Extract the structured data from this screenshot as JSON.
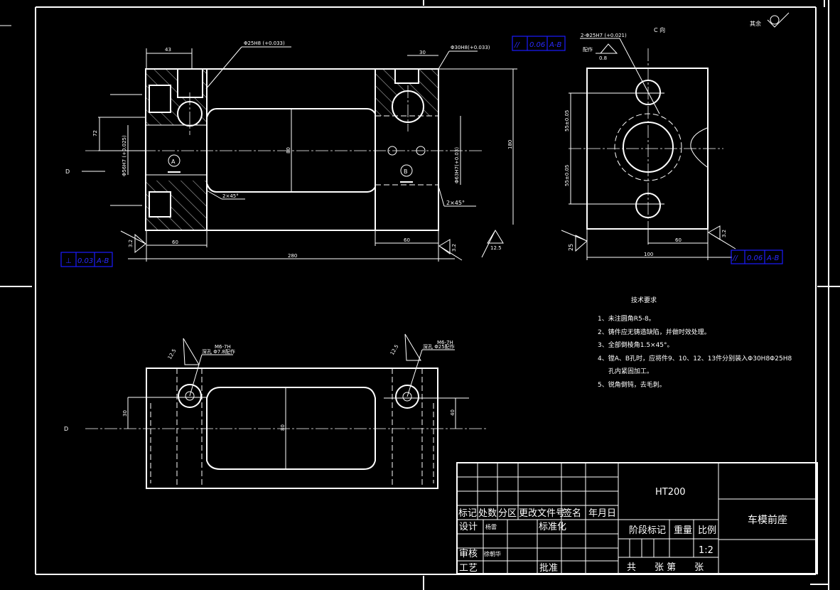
{
  "drawing": {
    "title": "车模前座",
    "material": "HT200",
    "scale": "1:2",
    "roughness_note": "其余",
    "view_label": "C 向",
    "colors": {
      "background": "#000000",
      "lines": "#ffffff",
      "tolerance_frames": "#1a1aff"
    }
  },
  "front_view": {
    "dims": {
      "d43": "43",
      "d30": "30",
      "d60_left": "60",
      "d60_right": "60",
      "d280": "280",
      "d80_mid": "80",
      "d180": "180",
      "d72": "72",
      "hole_left": "Φ25H8 (+0.033)",
      "hole_right": "Φ30H8(+0.033)",
      "bore_a": "Φ56H7 (+0.025)",
      "bore_b": "Φ63H7(+0.03)",
      "chamfer_left": "2×45°",
      "chamfer_right": "2×45°",
      "rough_32_left": "3.2",
      "rough_32_right": "3.2",
      "rough_125": "12.5"
    },
    "datum_a": "A",
    "datum_b": "B",
    "section_mark": "D",
    "tol_perp": {
      "symbol": "⊥",
      "value": "0.03",
      "datum": "A-B"
    },
    "tol_par": {
      "symbol": "//",
      "value": "0.06",
      "datum": "A-B"
    }
  },
  "side_view": {
    "dims": {
      "holes": "2-Φ25H7 (+0.021)",
      "hole_rough": "0.8",
      "hole_note": "配作",
      "d55_top": "55±0.05",
      "d55_bot": "55±0.05",
      "d60": "60",
      "d100": "100",
      "rough_25": "25",
      "rough_32": "3.2"
    },
    "tol_par": {
      "symbol": "//",
      "value": "0.06",
      "datum": "A-B"
    }
  },
  "top_view": {
    "section_mark": "D",
    "dims": {
      "d30": "30",
      "d80": "80",
      "d40": "40",
      "rough_left": "12.5",
      "rough_right": "12.5",
      "thread_left": "M6-7H",
      "thread_left_note": "深孔 Φ7.8配作",
      "thread_right": "M6-7H",
      "thread_right_note": "深孔 Φ25配作"
    }
  },
  "tech_requirements": {
    "heading": "技术要求",
    "items": [
      "1、未注圆角R5-8。",
      "2、铸件应无铸造缺陷，并做时效处理。",
      "3、全部倒棱角1.5×45°。",
      "4、镗A、B孔时，应将件9、10、12、13件分别装入Φ30H8Φ25H8",
      "孔内紧固加工。",
      "5、锐角倒钝，去毛刺。"
    ]
  },
  "title_block": {
    "mark": "标记",
    "count": "处数",
    "zone": "分区",
    "change_doc": "更改文件号",
    "sign": "签名",
    "date": "年月日",
    "design": "设计",
    "designer": "杨雷",
    "standard": "标准化",
    "review": "审核",
    "reviewer": "徐朝华",
    "process": "工艺",
    "approve": "批准",
    "stage_mark": "阶段标记",
    "weight": "重量",
    "scale_label": "比例",
    "sheets": "共　　张 第　　张"
  }
}
